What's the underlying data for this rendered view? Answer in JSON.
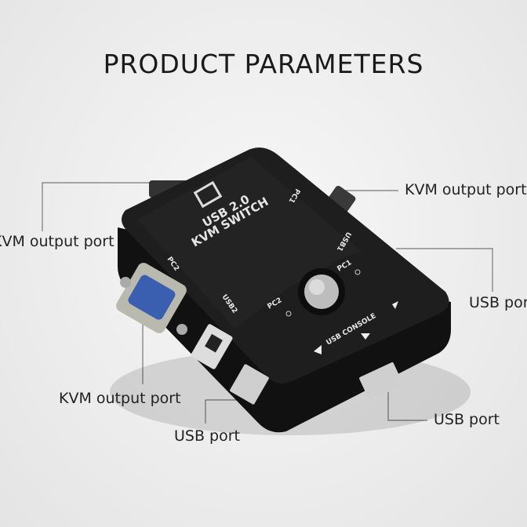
{
  "title": "PRODUCT PARAMETERS",
  "labels": {
    "top_right": "KVM output port",
    "left": "KVM output port",
    "right": "USB port",
    "bottom_left_vga": "KVM output port",
    "bottom_usb": "USB port",
    "bottom_right_usb": "USB port"
  },
  "device": {
    "brand_line1": "USB 2.0",
    "brand_line2": "KVM SWITCH",
    "pc1_back": "PC1",
    "usb1_back": "USB1",
    "pc2_side": "PC2",
    "usb2_side": "USB2",
    "pc1_led": "PC1",
    "pc2_led": "PC2",
    "console": "USB CONSOLE",
    "body_color": "#1b1b1b",
    "vga_color": "#3a5fb0"
  }
}
